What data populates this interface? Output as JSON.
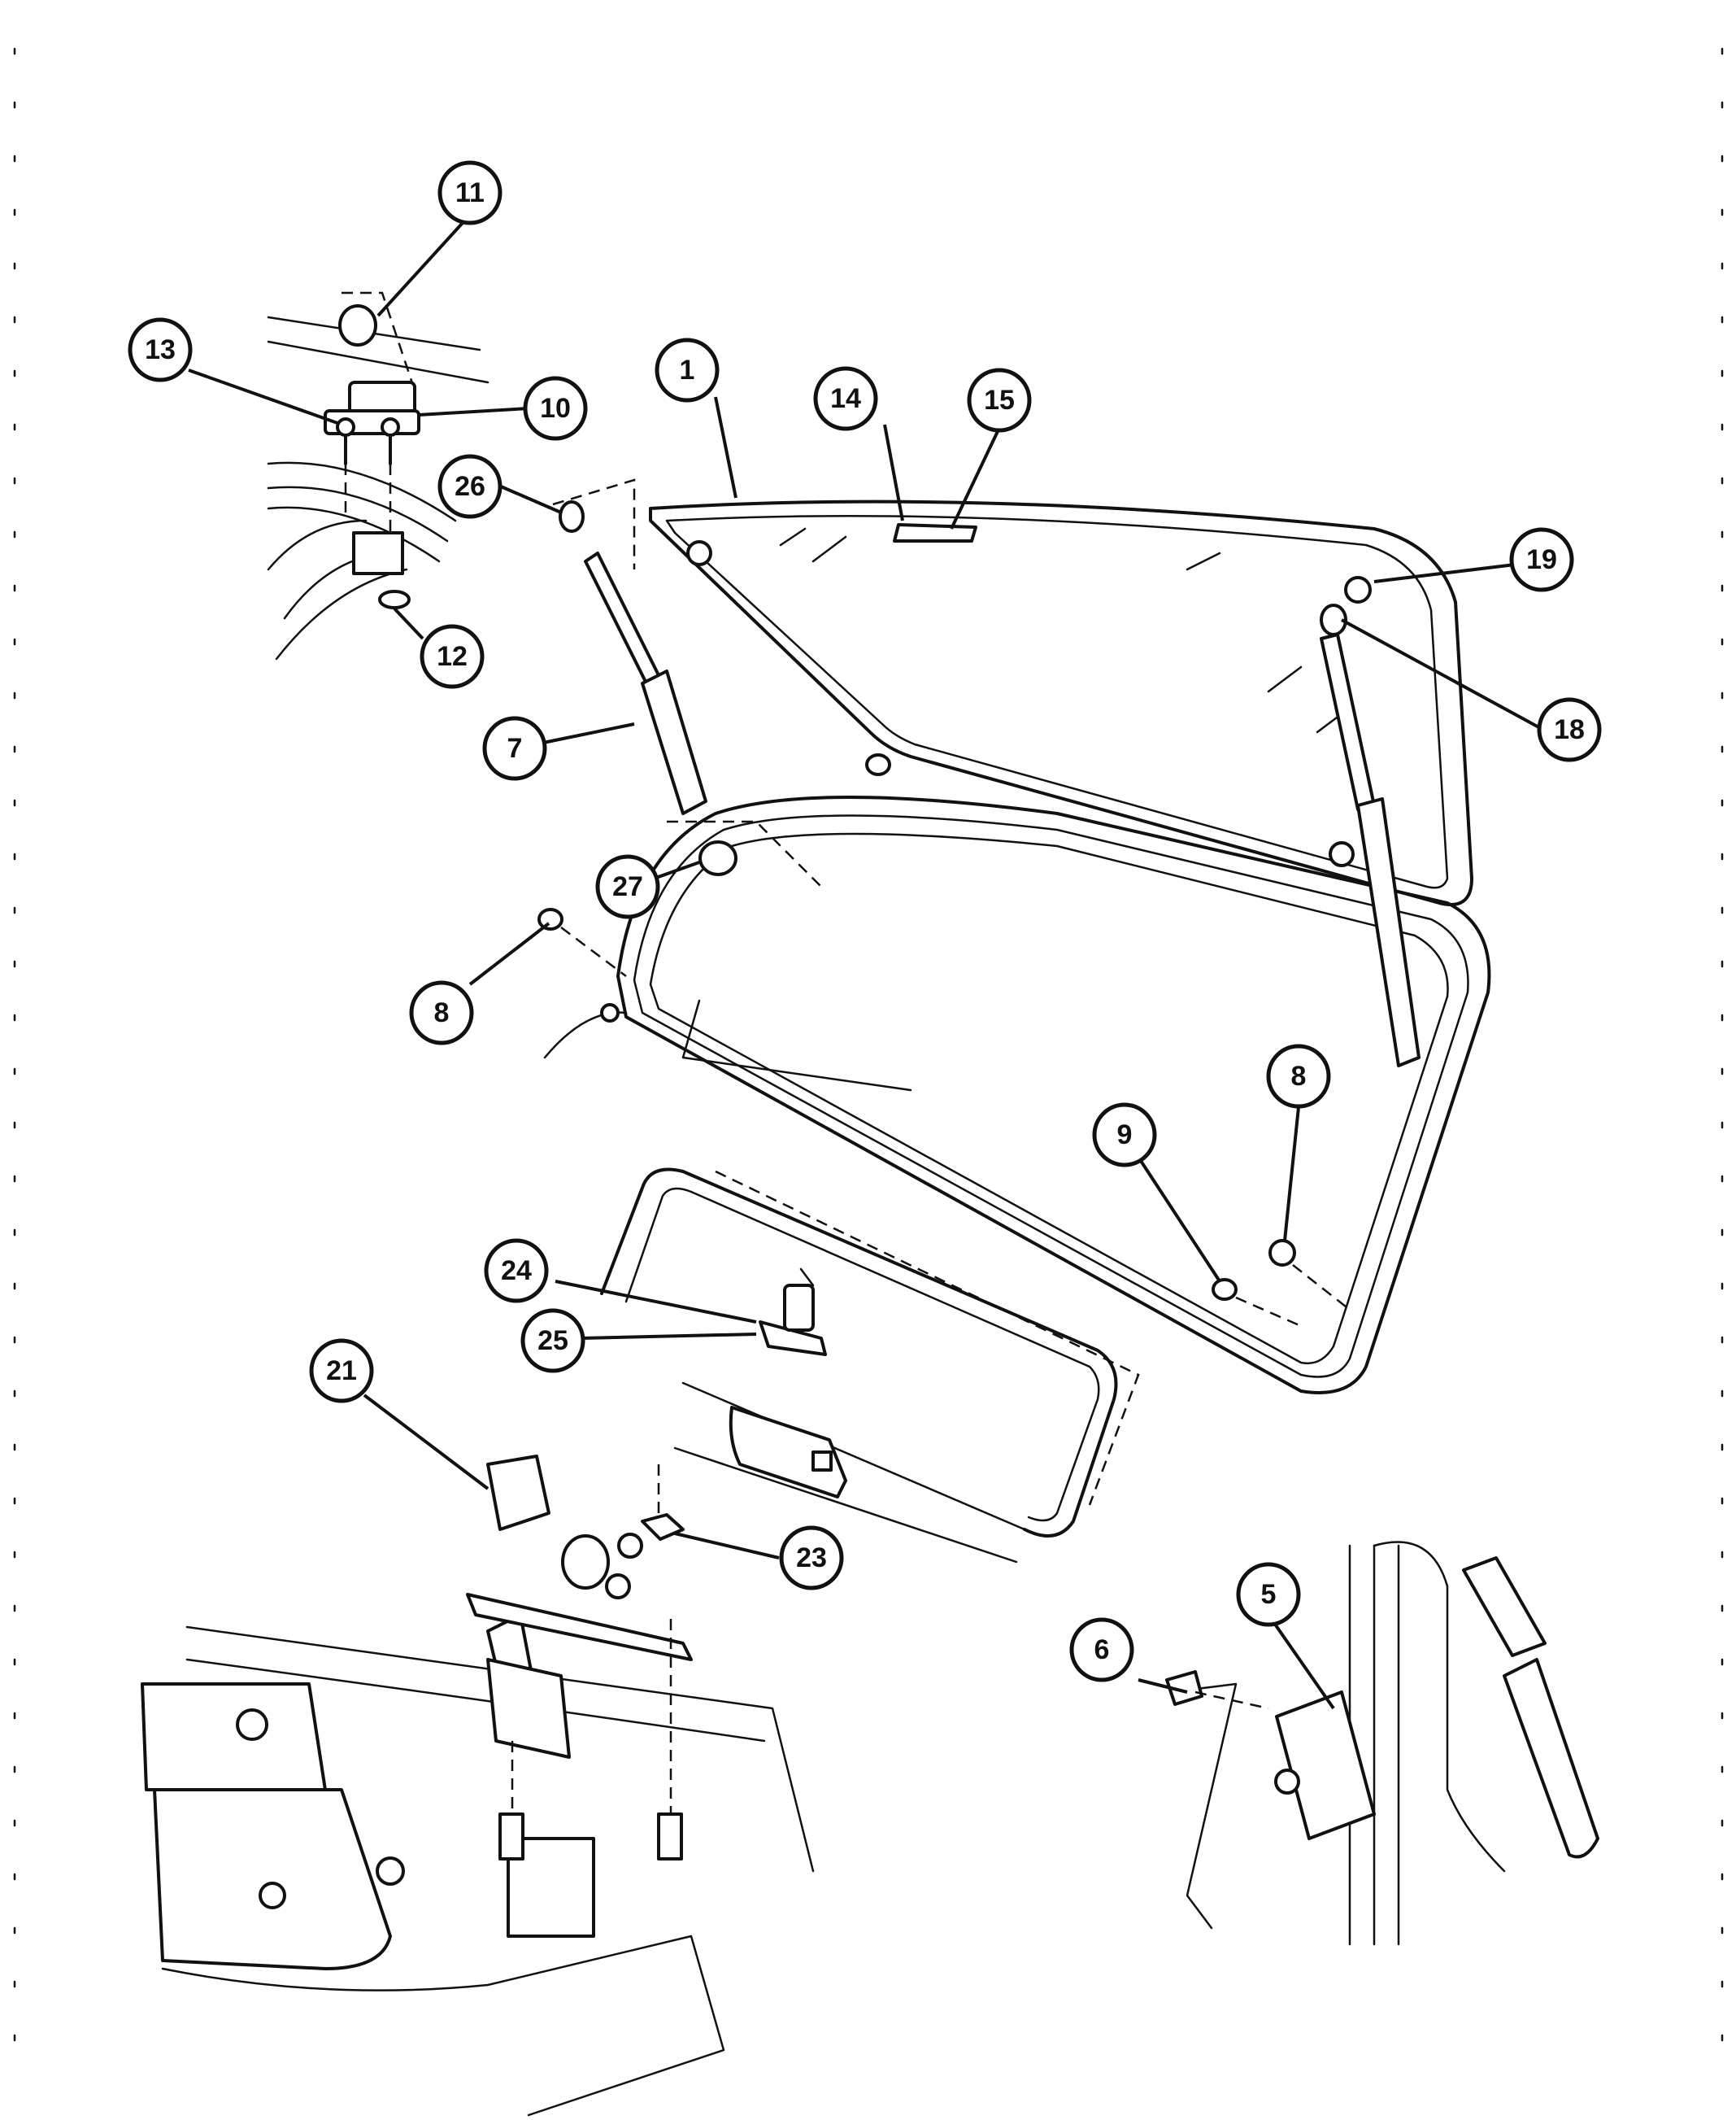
{
  "callouts": {
    "c1": "1",
    "c5": "5",
    "c6": "6",
    "c7": "7",
    "c8a": "8",
    "c8b": "8",
    "c9": "9",
    "c10": "10",
    "c11": "11",
    "c12": "12",
    "c13": "13",
    "c14": "14",
    "c15": "15",
    "c18": "18",
    "c19": "19",
    "c21": "21",
    "c23": "23",
    "c24": "24",
    "c25": "25",
    "c26": "26",
    "c27": "27"
  }
}
